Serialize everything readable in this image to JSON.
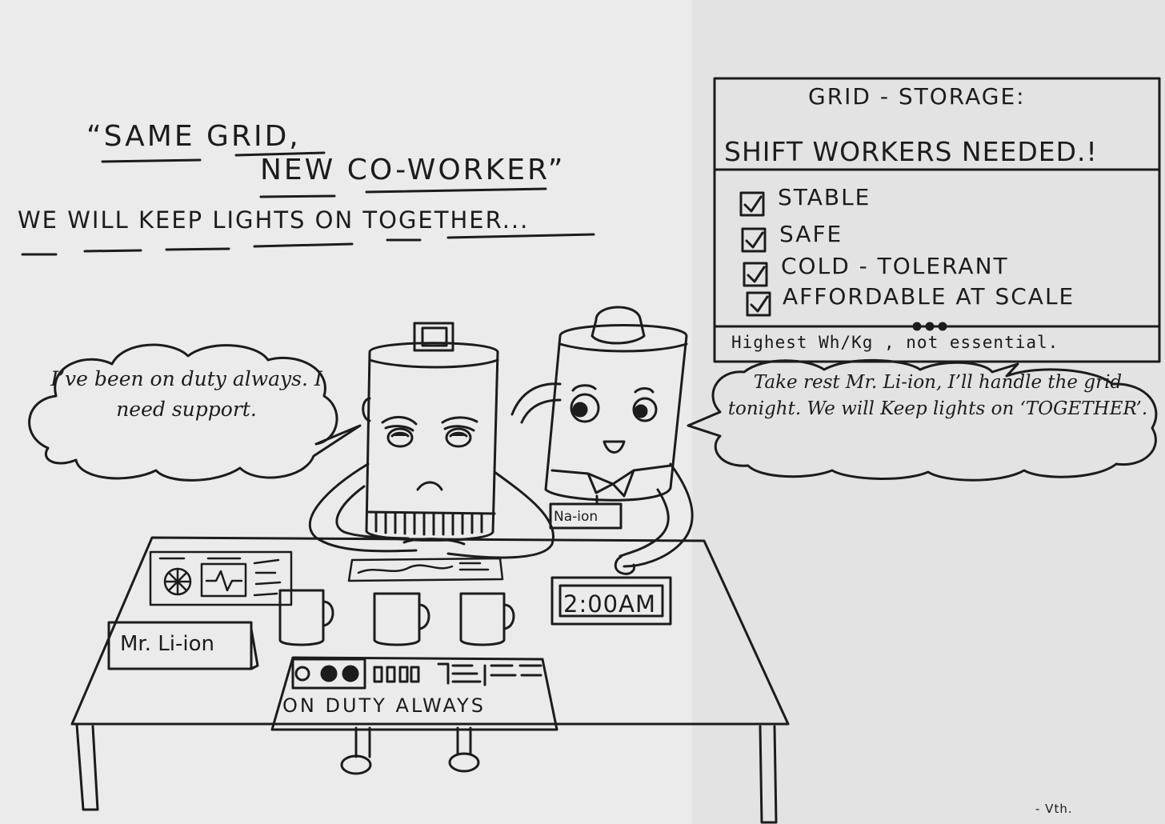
{
  "headline": {
    "line1": "“SAME GRID,",
    "line2": "NEW CO-WORKER”",
    "line3": "WE WILL KEEP LIGHTS ON TOGETHER..."
  },
  "poster": {
    "title": "GRID - STORAGE:",
    "subtitle": "SHIFT WORKERS NEEDED.!",
    "requirements": [
      {
        "label": "STABLE",
        "checked": true
      },
      {
        "label": "SAFE",
        "checked": true
      },
      {
        "label": "COLD - TOLERANT",
        "checked": true
      },
      {
        "label": "AFFORDABLE AT SCALE",
        "checked": true
      }
    ],
    "footnote": "Highest Wh/Kg , not essential."
  },
  "bubbles": {
    "left": "I’ve been on duty always. I need support.",
    "right": "Take rest Mr. Li-ion, I’ll handle the grid tonight. We will Keep lights on ‘TOGETHER’."
  },
  "desk": {
    "nameplate_li": "Mr. Li-ion",
    "nametag_na": "Na-ion",
    "clock": "2:00AM",
    "panel_label": "ON DUTY ALWAYS"
  },
  "signature": "- Vth.",
  "colors": {
    "ink": "#1c1c1c",
    "paper": "#ebebeb",
    "background": "#dedede"
  }
}
